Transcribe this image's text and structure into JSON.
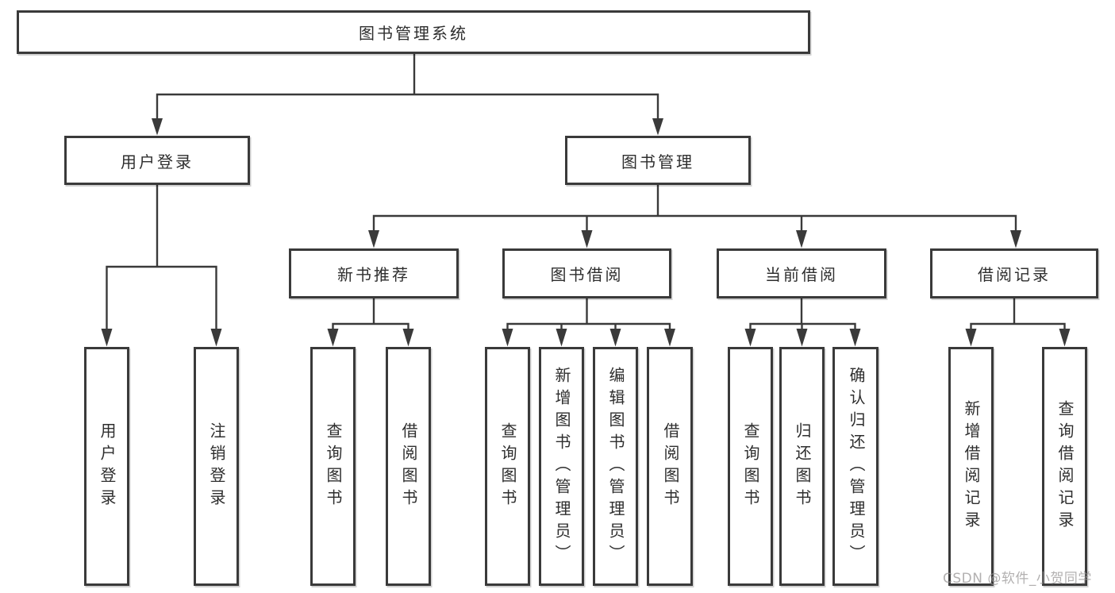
{
  "diagram": {
    "root": {
      "label": "图书管理系统"
    },
    "branches": [
      {
        "label": "用户登录",
        "children": [
          {
            "label": "用户登录"
          },
          {
            "label": "注销登录"
          }
        ]
      },
      {
        "label": "图书管理",
        "children": [
          {
            "label": "新书推荐",
            "children": [
              {
                "label": "查询图书"
              },
              {
                "label": "借阅图书"
              }
            ]
          },
          {
            "label": "图书借阅",
            "children": [
              {
                "label": "查询图书"
              },
              {
                "label": "新增图书（管理员）"
              },
              {
                "label": "编辑图书（管理员）"
              },
              {
                "label": "借阅图书"
              }
            ]
          },
          {
            "label": "当前借阅",
            "children": [
              {
                "label": "查询图书"
              },
              {
                "label": "归还图书"
              },
              {
                "label": "确认归还（管理员）"
              }
            ]
          },
          {
            "label": "借阅记录",
            "children": [
              {
                "label": "新增借阅记录"
              },
              {
                "label": "查询借阅记录"
              }
            ]
          }
        ]
      }
    ],
    "watermark": "CSDN @软件_小贺同学",
    "colors": {
      "stroke": "#3a3a3a",
      "text": "#2e2e2e",
      "watermark": "#989696",
      "background": "#ffffff"
    }
  }
}
